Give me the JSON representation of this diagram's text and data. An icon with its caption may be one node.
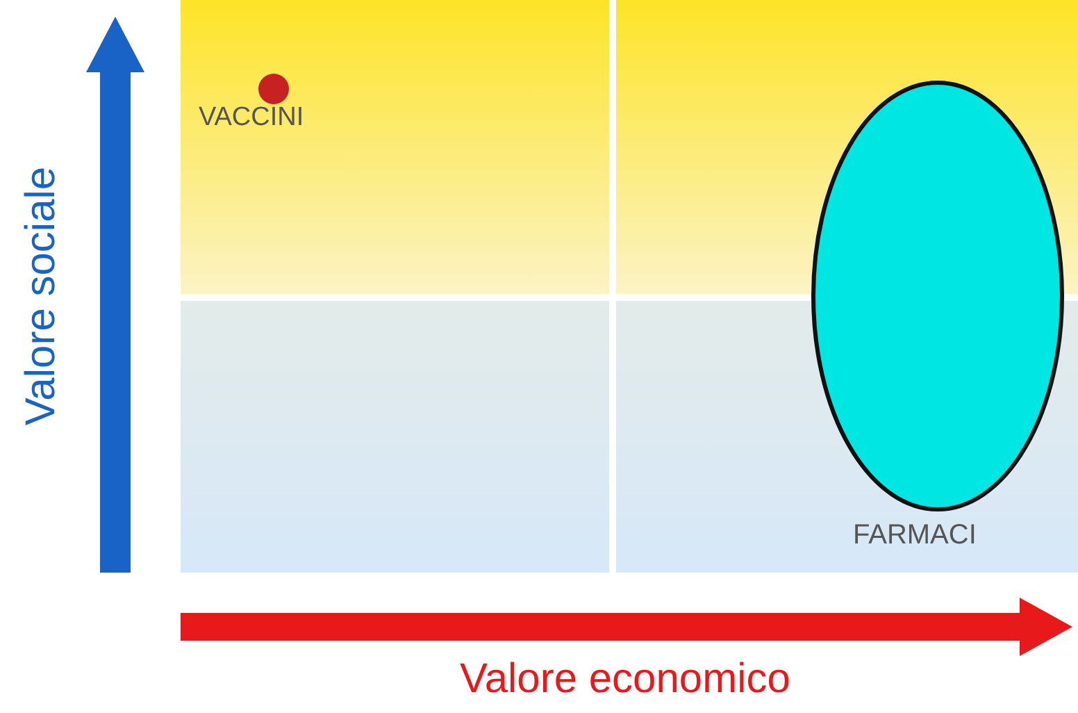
{
  "diagram": {
    "nodes": [
      {
        "text": [],
        "shape": "circle",
        "beside": [
          "VACCINI"
        ]
      },
      {
        "text": [],
        "shape": "ellipse",
        "beside": [
          "FARMACI"
        ]
      }
    ],
    "labels": [
      "Valore sociale",
      "Valore economico"
    ]
  }
}
